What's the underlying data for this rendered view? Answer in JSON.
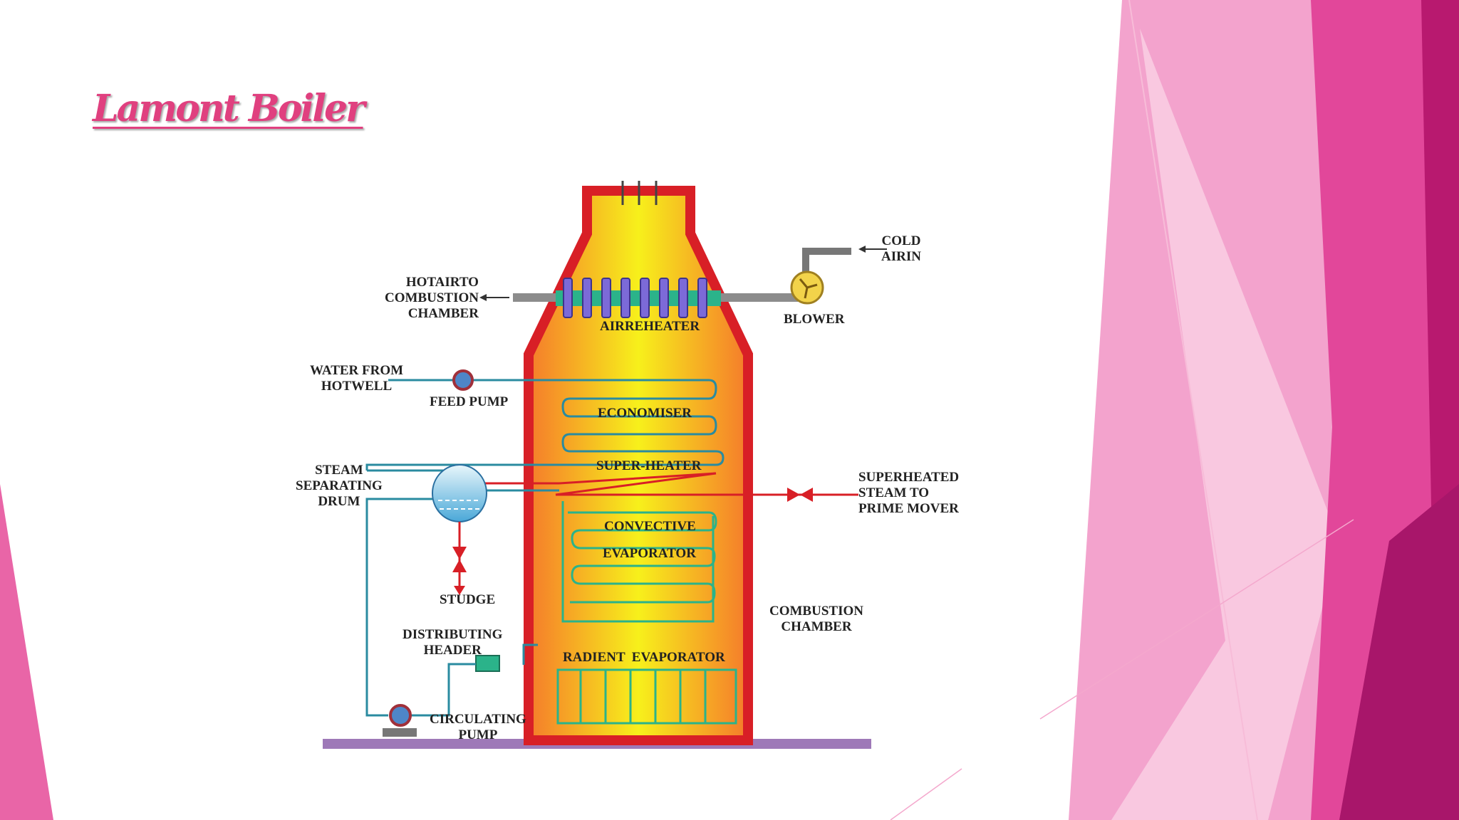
{
  "slide": {
    "title": "Lamont Boiler"
  },
  "diagram": {
    "labels": {
      "hot_air_line1": "HOTAIRTO",
      "hot_air_line2": "COMBUSTION",
      "hot_air_line3": "CHAMBER",
      "cold_air_line1": "COLD",
      "cold_air_line2": "AIRIN",
      "blower": "BLOWER",
      "airreheater": "AIRREHEATER",
      "water_line1": "WATER FROM",
      "water_line2": "HOTWELL",
      "feed_pump": "FEED PUMP",
      "economiser": "ECONOMISER",
      "super_heater": "SUPER-HEATER",
      "drum_line1": "STEAM",
      "drum_line2": "SEPARATING",
      "drum_line3": "DRUM",
      "superheated_line1": "SUPERHEATED",
      "superheated_line2": "STEAM TO",
      "superheated_line3": "PRIME MOVER",
      "convective": "CONVECTIVE",
      "evaporator": "EVAPORATOR",
      "studge": "STUDGE",
      "combustion_line1": "COMBUSTION",
      "combustion_line2": "CHAMBER",
      "header_line1": "DISTRIBUTING",
      "header_line2": "HEADER",
      "radient": "RADIENT  EVAPORATOR",
      "circ_line1": "CIRCULATING",
      "circ_line2": "PUMP"
    }
  },
  "colors": {
    "title": "#e0407f",
    "accent_dark": "#b8196f",
    "accent_mid": "#e63e94",
    "accent_light": "#f3a0cb",
    "wall": "#d81f26",
    "pipe": "#2a8ba0",
    "base": "#9e79b8"
  }
}
